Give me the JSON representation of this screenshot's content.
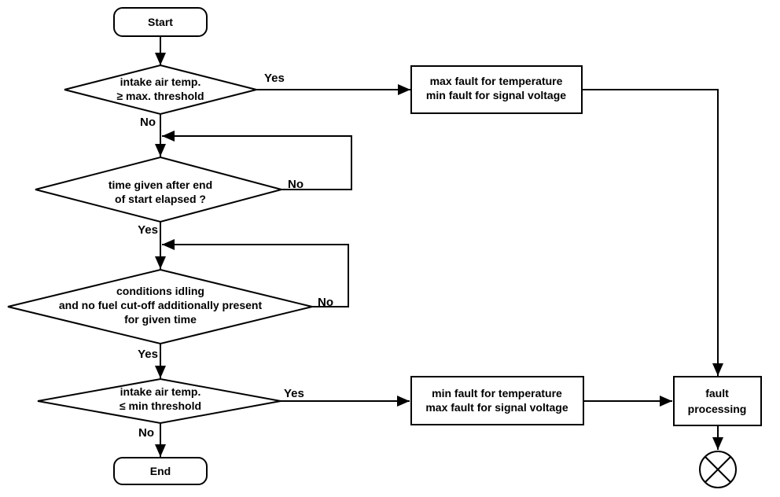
{
  "flowchart": {
    "colors": {
      "background": "#ffffff",
      "line": "#000000",
      "text": "#000000"
    },
    "nodes": {
      "start": {
        "type": "terminator",
        "label": "Start"
      },
      "decision_max_temp": {
        "type": "decision",
        "lines": [
          "intake air temp.",
          "≥ max. threshold"
        ]
      },
      "process_max_fault": {
        "type": "process",
        "lines": [
          "max fault for temperature",
          "min fault for signal voltage"
        ]
      },
      "decision_time_elapsed": {
        "type": "decision",
        "lines": [
          "time given after end",
          "of start elapsed ?"
        ]
      },
      "decision_idle_conditions": {
        "type": "decision",
        "lines": [
          "conditions idling",
          "and no fuel cut-off additionally present",
          "for given time"
        ]
      },
      "decision_min_temp": {
        "type": "decision",
        "lines": [
          "intake air temp.",
          "≤ min  threshold"
        ]
      },
      "process_min_fault": {
        "type": "process",
        "lines": [
          "min fault for temperature",
          "max fault for signal voltage"
        ]
      },
      "process_fault_processing": {
        "type": "process",
        "lines": [
          "fault",
          "processing"
        ]
      },
      "end": {
        "type": "terminator",
        "label": "End"
      },
      "sink": {
        "type": "crossed_circle"
      }
    },
    "branch_labels": {
      "decision_max_temp_yes": "Yes",
      "decision_max_temp_no": "No",
      "decision_time_elapsed_no": "No",
      "decision_time_elapsed_yes": "Yes",
      "decision_idle_conditions_no": "No",
      "decision_idle_conditions_yes": "Yes",
      "decision_min_temp_yes": "Yes",
      "decision_min_temp_no": "No"
    }
  }
}
